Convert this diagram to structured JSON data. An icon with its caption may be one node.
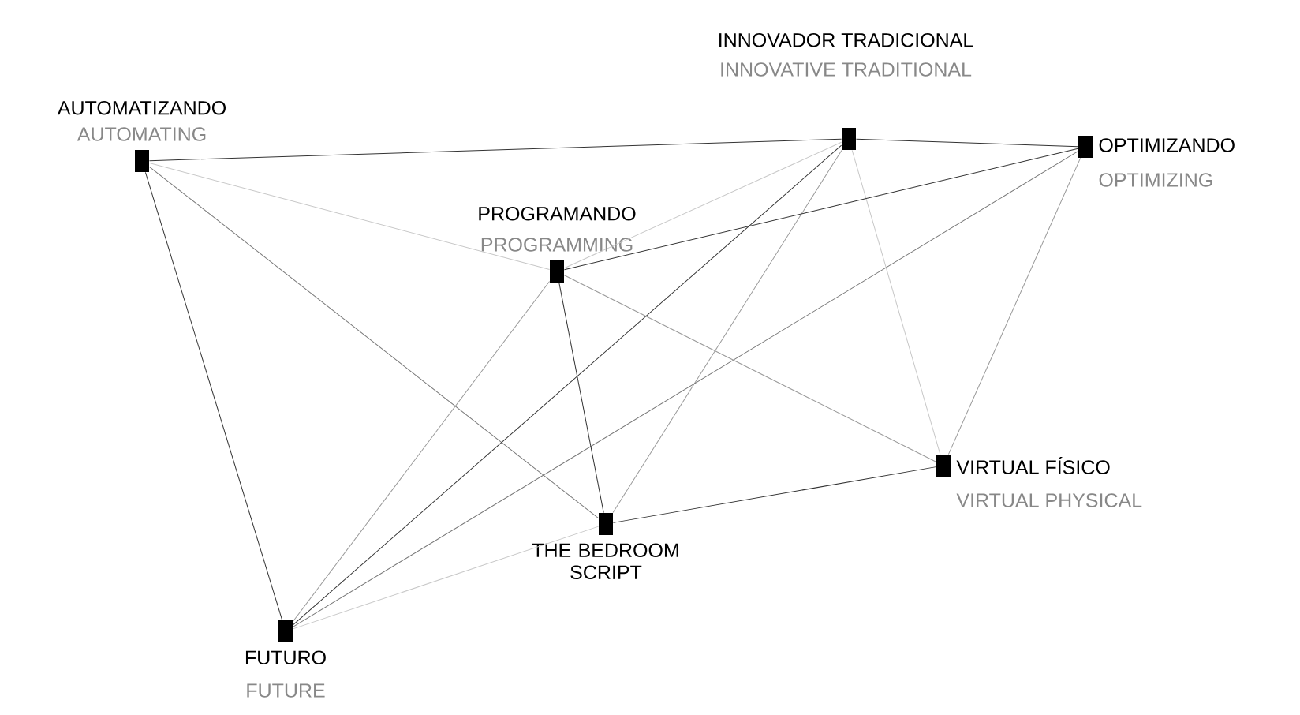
{
  "diagram": {
    "nodes": [
      {
        "text": [
          "AUTOMATIZANDO",
          "AUTOMATING"
        ]
      },
      {
        "text": [
          "INNOVADOR TRADICIONAL",
          "INNOVATIVE TRADITIONAL"
        ]
      },
      {
        "text": [
          "OPTIMIZANDO",
          "OPTIMIZING"
        ]
      },
      {
        "text": [
          "PROGRAMANDO",
          "PROGRAMMING"
        ]
      },
      {
        "text": [
          "VIRTUAL FÍSICO",
          "VIRTUAL PHYSICAL"
        ]
      },
      {
        "text": [
          "THE BEDROOM SCRIPT"
        ]
      },
      {
        "text": [
          "FUTURO",
          "FUTURE"
        ]
      }
    ],
    "edges": [
      {
        "from": 0,
        "to": 1,
        "arrow": "none"
      },
      {
        "from": 0,
        "to": 3,
        "arrow": "none",
        "color": "#c8c8c8"
      },
      {
        "from": 0,
        "to": 5,
        "arrow": "none",
        "color": "#777777"
      },
      {
        "from": 0,
        "to": 6,
        "arrow": "none"
      },
      {
        "from": 1,
        "to": 2,
        "arrow": "none"
      },
      {
        "from": 1,
        "to": 3,
        "arrow": "none",
        "color": "#c8c8c8"
      },
      {
        "from": 1,
        "to": 6,
        "arrow": "none"
      },
      {
        "from": 1,
        "to": 5,
        "arrow": "none",
        "color": "#999999"
      },
      {
        "from": 1,
        "to": 4,
        "arrow": "none",
        "color": "#c8c8c8"
      },
      {
        "from": 2,
        "to": 3,
        "arrow": "none"
      },
      {
        "from": 2,
        "to": 6,
        "arrow": "none",
        "color": "#777777"
      },
      {
        "from": 2,
        "to": 4,
        "arrow": "none",
        "color": "#999999"
      },
      {
        "from": 3,
        "to": 5,
        "arrow": "none"
      },
      {
        "from": 3,
        "to": 6,
        "arrow": "none",
        "color": "#999999"
      },
      {
        "from": 3,
        "to": 4,
        "arrow": "none",
        "color": "#999999"
      },
      {
        "from": 5,
        "to": 4,
        "arrow": "none"
      },
      {
        "from": 5,
        "to": 6,
        "arrow": "none",
        "color": "#c8c8c8"
      }
    ]
  }
}
